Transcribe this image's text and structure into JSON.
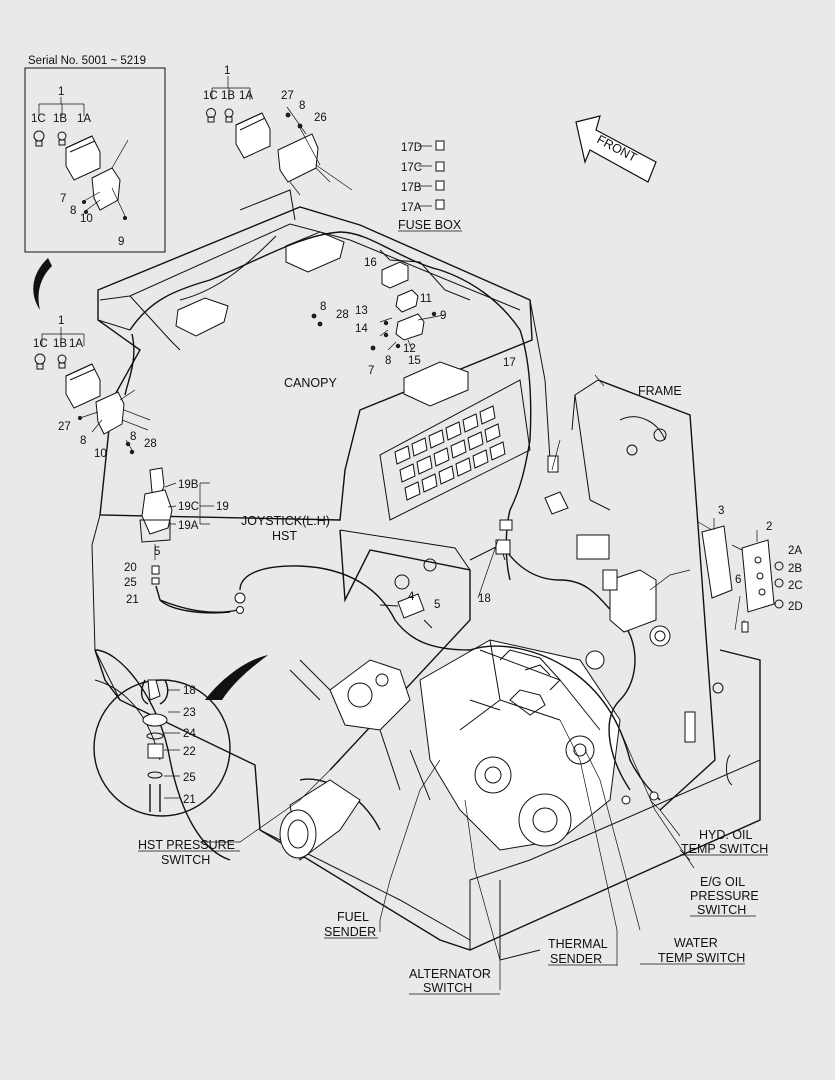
{
  "inset": {
    "serial_label": "Serial No. 5001 ~ 5219"
  },
  "front_label": "FRONT",
  "components": {
    "canopy": "CANOPY",
    "frame": "FRAME",
    "fuse_box": "FUSE BOX",
    "joystick_line1": "JOYSTICK(L.H)",
    "joystick_line2": "HST"
  },
  "sensors": {
    "hst_pressure": [
      "HST PRESSURE",
      "SWITCH"
    ],
    "fuel_sender": [
      "FUEL",
      "SENDER"
    ],
    "alternator": [
      "ALTERNATOR",
      "SWITCH"
    ],
    "thermal_sender": [
      "THERMAL",
      "SENDER"
    ],
    "water_temp": [
      "WATER",
      "TEMP SWITCH"
    ],
    "eg_oil_pressure": [
      "E/G OIL",
      "PRESSURE",
      "SWITCH"
    ],
    "hyd_oil_temp": [
      "HYD. OIL",
      "TEMP SWITCH"
    ]
  },
  "callouts": [
    "1",
    "1C",
    "1B",
    "1A",
    "7",
    "8",
    "10",
    "9",
    "1",
    "1C",
    "1B",
    "1A",
    "27",
    "8",
    "26",
    "17D",
    "17C",
    "17B",
    "17A",
    "16",
    "11",
    "13",
    "14",
    "9",
    "12",
    "8",
    "15",
    "7",
    "8",
    "28",
    "17",
    "1",
    "1C",
    "1B",
    "1A",
    "27",
    "8",
    "10",
    "8",
    "28",
    "19B",
    "19C",
    "19A",
    "19",
    "5",
    "20",
    "25",
    "21",
    "4",
    "5",
    "18",
    "3",
    "2",
    "2A",
    "6",
    "2B",
    "2C",
    "2D",
    "18",
    "23",
    "24",
    "22",
    "25",
    "21"
  ]
}
